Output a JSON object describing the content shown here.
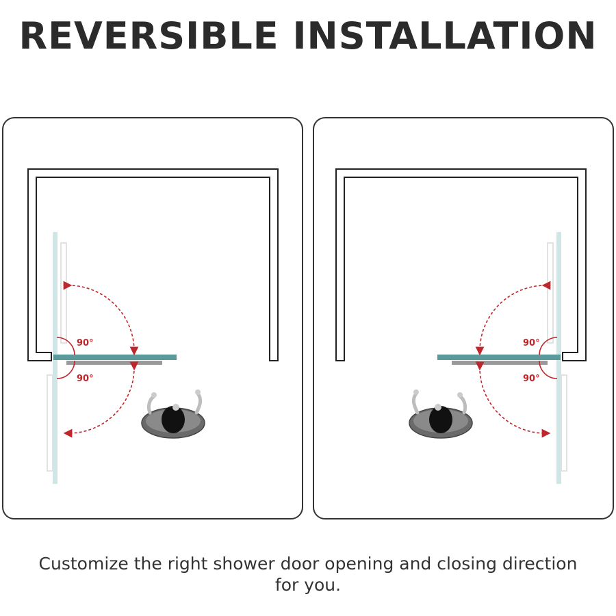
{
  "title": "REVERSIBLE INSTALLATION",
  "caption": "Customize the right shower door opening and closing direction for you.",
  "diagrams": [
    {
      "hinge_side": "left",
      "angle_labels": {
        "upper": "90°",
        "lower": "90°"
      }
    },
    {
      "hinge_side": "right",
      "angle_labels": {
        "upper": "90°",
        "lower": "90°"
      }
    }
  ],
  "colors": {
    "text": "#2b2b2b",
    "frame": "#222222",
    "glass": "#5a9a9a",
    "glass_light": "#cfe6e6",
    "arrow": "#c0272d",
    "person": "#555555"
  },
  "icons": [
    "person-top-view-icon",
    "swing-arrow-icon"
  ]
}
